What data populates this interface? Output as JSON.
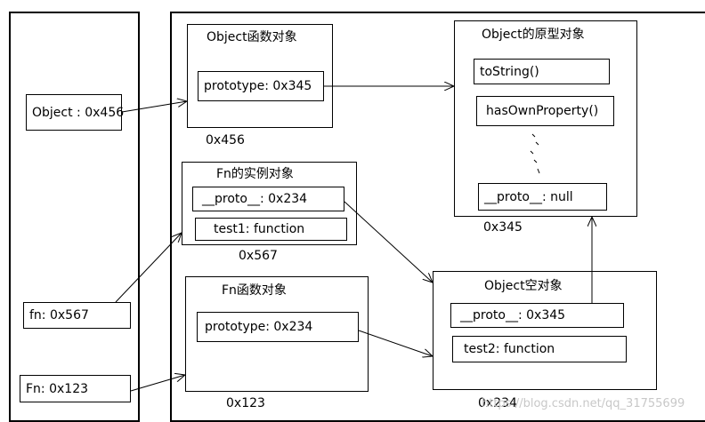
{
  "stack": {
    "object_var": "Object : 0x456",
    "fn_var": "fn: 0x567",
    "Fn_var": "Fn: 0x123"
  },
  "object_function": {
    "title": "Object函数对象",
    "prototype": "prototype: 0x345",
    "address": "0x456"
  },
  "object_prototype": {
    "title": "Object的原型对象",
    "method1": "toString()",
    "method2": "hasOwnProperty()",
    "proto": "__proto__: null",
    "address": "0x345"
  },
  "fn_instance": {
    "title": "Fn的实例对象",
    "proto": "__proto__: 0x234",
    "method": "test1: function",
    "address": "0x567"
  },
  "fn_function": {
    "title": "Fn函数对象",
    "prototype": "prototype: 0x234",
    "address": "0x123"
  },
  "object_empty": {
    "title": "Object空对象",
    "proto": "__proto__: 0x345",
    "method": "test2: function",
    "address": "0x234"
  },
  "watermark": "https://blog.csdn.net/qq_31755699"
}
